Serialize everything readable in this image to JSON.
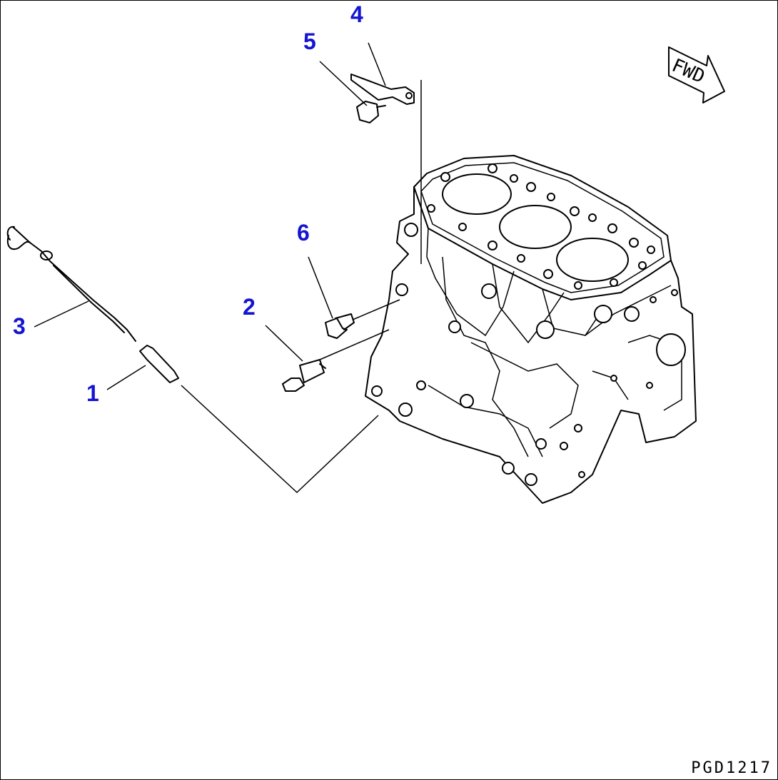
{
  "diagram": {
    "drawing_code": "PGD1217",
    "direction_label": "FWD",
    "callouts": [
      {
        "id": "1",
        "label": "1"
      },
      {
        "id": "2",
        "label": "2"
      },
      {
        "id": "3",
        "label": "3"
      },
      {
        "id": "4",
        "label": "4"
      },
      {
        "id": "5",
        "label": "5"
      },
      {
        "id": "6",
        "label": "6"
      }
    ],
    "colors": {
      "callout": "#1414d2",
      "line": "#000000",
      "background": "#ffffff"
    }
  }
}
